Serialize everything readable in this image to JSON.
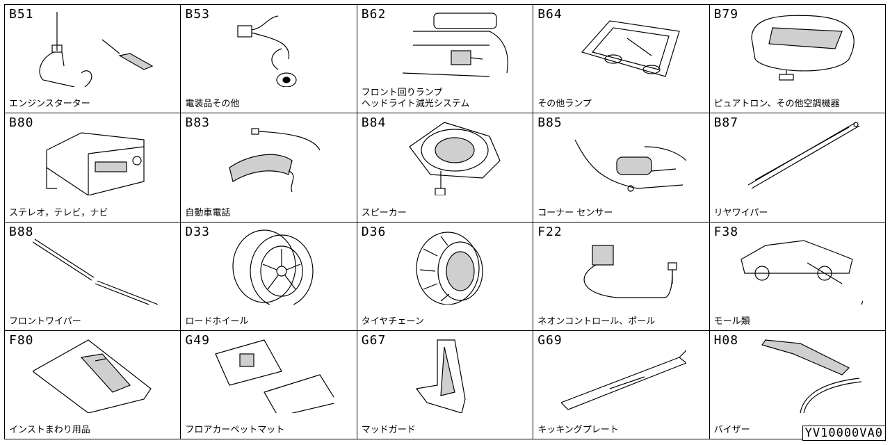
{
  "cells": [
    {
      "code": "B51",
      "label": "エンジンスターター",
      "icon": "remote-starter-icon"
    },
    {
      "code": "B53",
      "label": "電装品その他",
      "icon": "electrical-parts-icon"
    },
    {
      "code": "B62",
      "label": "フロント回りランプ\nヘッドライト減光システム",
      "icon": "front-lamp-icon"
    },
    {
      "code": "B64",
      "label": "その他ランプ",
      "icon": "interior-lamp-icon"
    },
    {
      "code": "B79",
      "label": "ピュアトロン、その他空調機器",
      "icon": "air-purifier-icon"
    },
    {
      "code": "B80",
      "label": "ステレオ，テレビ，ナビ",
      "icon": "stereo-icon"
    },
    {
      "code": "B83",
      "label": "自動車電話",
      "icon": "car-phone-icon"
    },
    {
      "code": "B84",
      "label": "スピーカー",
      "icon": "speaker-icon"
    },
    {
      "code": "B85",
      "label": "コーナー センサー",
      "icon": "corner-sensor-icon"
    },
    {
      "code": "B87",
      "label": "リヤワイパー",
      "icon": "rear-wiper-icon"
    },
    {
      "code": "B88",
      "label": "フロントワイパー",
      "icon": "front-wiper-icon"
    },
    {
      "code": "D33",
      "label": "ロードホイール",
      "icon": "road-wheel-icon"
    },
    {
      "code": "D36",
      "label": "タイヤチェーン",
      "icon": "tire-chain-icon"
    },
    {
      "code": "F22",
      "label": "ネオンコントロール、ポール",
      "icon": "neon-control-icon"
    },
    {
      "code": "F38",
      "label": "モール類",
      "icon": "molding-icon"
    },
    {
      "code": "F80",
      "label": "インストまわり用品",
      "icon": "instrument-panel-icon"
    },
    {
      "code": "G49",
      "label": "フロアカーペットマット",
      "icon": "floor-mat-icon"
    },
    {
      "code": "G67",
      "label": "マッドガード",
      "icon": "mud-guard-icon"
    },
    {
      "code": "G69",
      "label": "キッキングプレート",
      "icon": "kicking-plate-icon"
    },
    {
      "code": "H08",
      "label": "バイザー",
      "icon": "visor-icon"
    }
  ],
  "reference": "YV10000VA0"
}
